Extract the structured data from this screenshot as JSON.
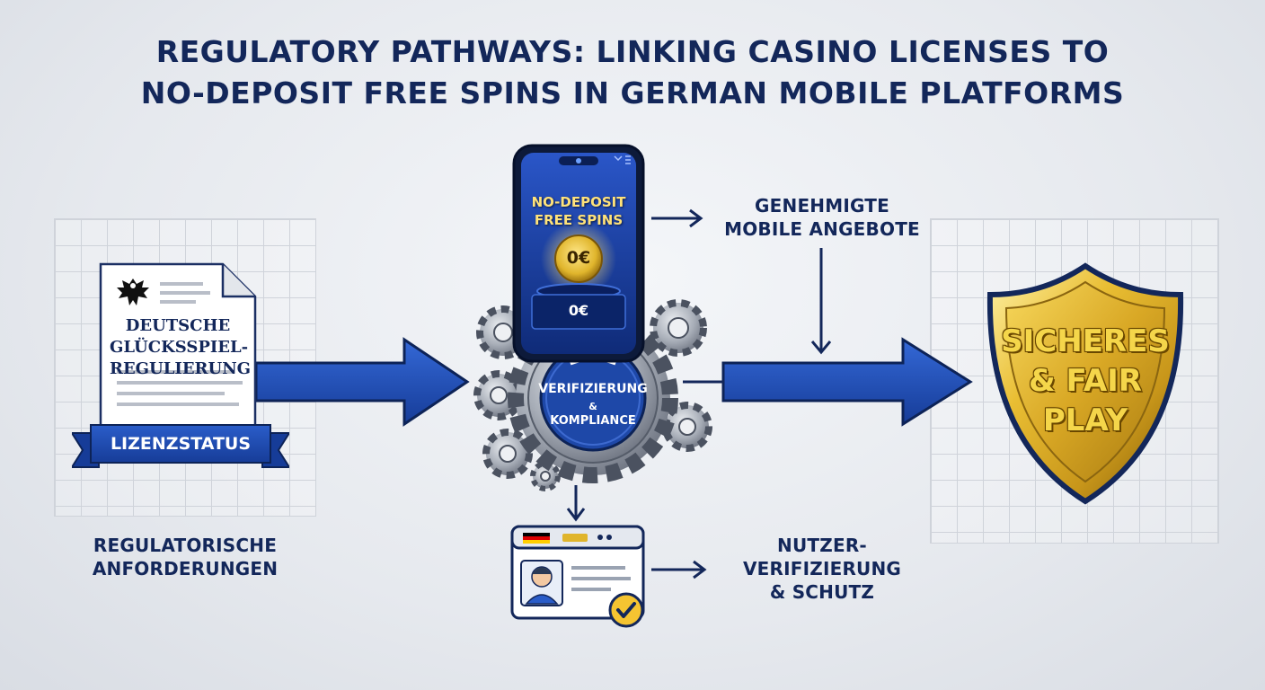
{
  "title": {
    "line1": "REGULATORY PATHWAYS: LINKING CASINO LICENSES TO",
    "line2": "NO-DEPOSIT FREE SPINS IN GERMAN MOBILE PLATFORMS"
  },
  "document": {
    "line1": "DEUTSCHE",
    "line2": "GLÜCKSSPIEL-",
    "line3": "REGULIERUNG",
    "ribbon": "LIZENZSTATUS"
  },
  "left_caption": {
    "line1": "REGULATORISCHE",
    "line2": "ANFORDERUNGEN"
  },
  "phone": {
    "banner_line1": "NO-DEPOSIT",
    "banner_line2": "FREE SPINS",
    "coin": "0€",
    "bottom_value": "0€"
  },
  "gear": {
    "line1": "VERIFIZIERUNG",
    "line2": "&",
    "line3": "KOMPLIANCE"
  },
  "approved_caption": {
    "line1": "GENEHMIGTE",
    "line2": "MOBILE ANGEBOTE"
  },
  "user_caption": {
    "line1": "NUTZER-",
    "line2": "VERIFIZIERUNG",
    "line3": "& SCHUTZ"
  },
  "shield": {
    "line1": "SICHERES",
    "line2": "& FAIR",
    "line3": "PLAY"
  },
  "colors": {
    "navy": "#13275a",
    "arrow_blue": "#1f4fb8",
    "gold": "#e0b52c",
    "flag_black": "#000000",
    "flag_red": "#dd0000",
    "flag_gold": "#ffce00"
  }
}
